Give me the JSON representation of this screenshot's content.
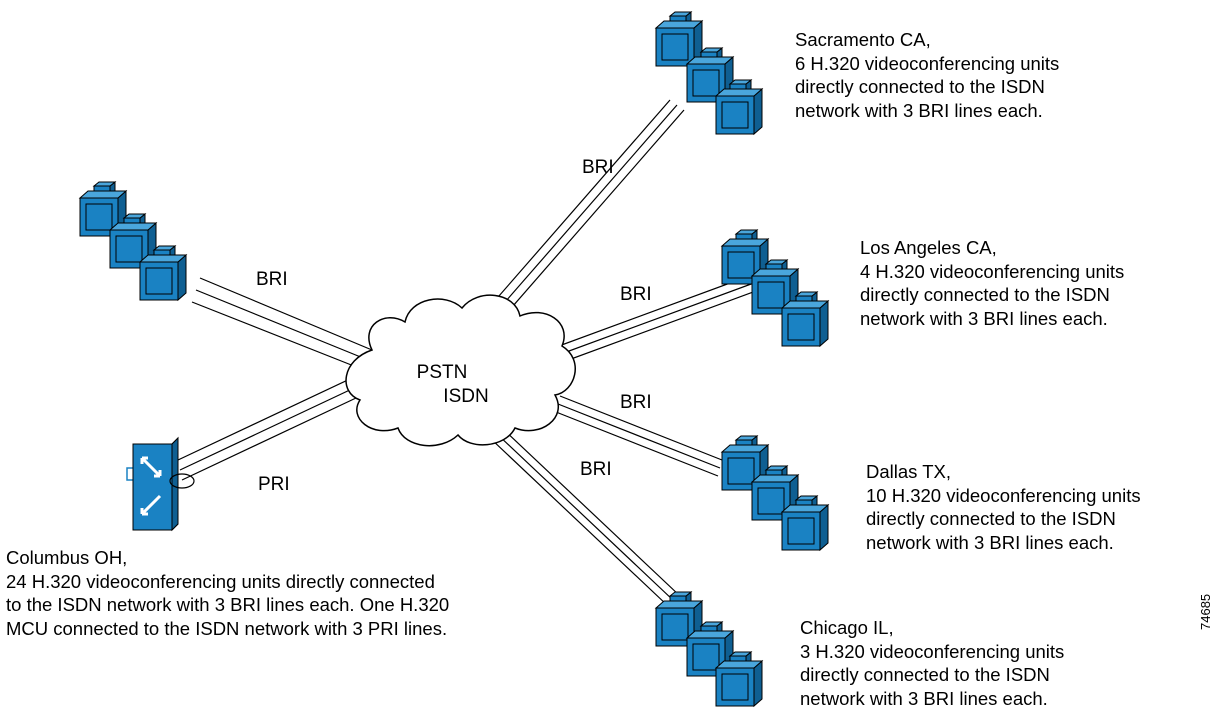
{
  "cloud": {
    "line1": "PSTN",
    "line2": "ISDN"
  },
  "links": {
    "sacramento": "BRI",
    "los_angeles": "BRI",
    "dallas": "BRI",
    "chicago": "BRI",
    "left_group": "BRI",
    "columbus_mcu": "PRI"
  },
  "sites": {
    "sacramento": [
      "Sacramento CA,",
      "6 H.320 videoconferencing units",
      "directly connected to the ISDN",
      "network with 3 BRI lines each."
    ],
    "los_angeles": [
      "Los Angeles CA,",
      "4 H.320 videoconferencing units",
      "directly connected to the ISDN",
      "network with 3 BRI lines each."
    ],
    "dallas": [
      "Dallas TX,",
      "10 H.320 videoconferencing units",
      "directly connected to the ISDN",
      "network with 3 BRI lines each."
    ],
    "chicago": [
      "Chicago IL,",
      "3 H.320 videoconferencing units",
      "directly connected to the ISDN",
      "network with 3 BRI lines each."
    ],
    "columbus": [
      "Columbus OH,",
      "24 H.320 videoconferencing units directly connected",
      "to the ISDN network with 3 BRI lines each. One H.320",
      "MCU connected to the ISDN network with 3 PRI lines."
    ]
  },
  "figure_id": "74685",
  "colors": {
    "device_blue": "#1a82c3",
    "line": "#000000",
    "background": "#ffffff"
  }
}
